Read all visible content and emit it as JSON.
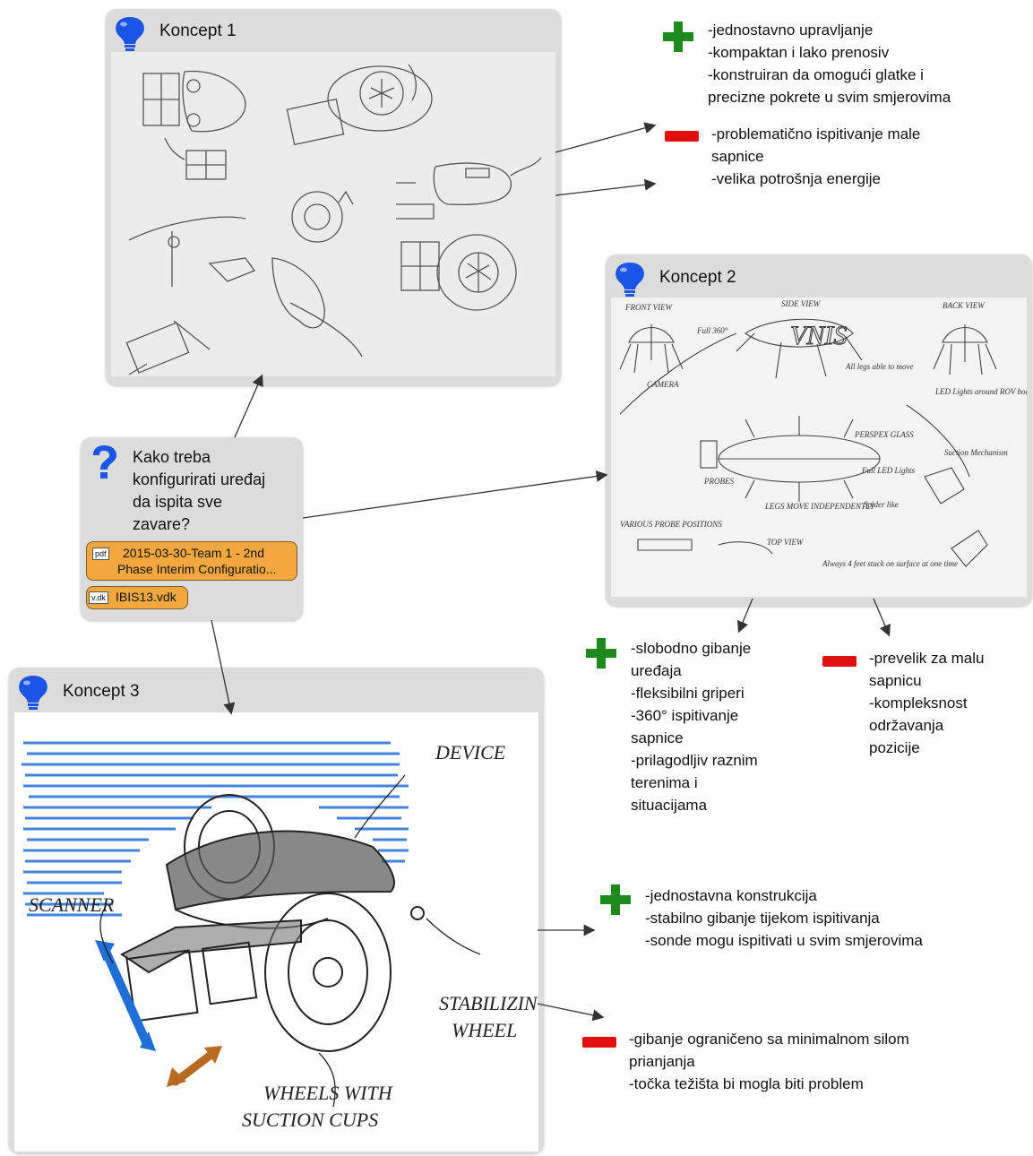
{
  "concept1": {
    "title": "Koncept 1",
    "pros": [
      "-jednostavno upravljanje",
      "-kompaktan i lako prenosiv",
      "-konstruiran da omogući glatke i",
      "precizne pokrete u svim smjerovima"
    ],
    "cons": [
      "-problematično ispitivanje male",
      "sapnice",
      "-velika potrošnja energije"
    ]
  },
  "concept2": {
    "title": "Koncept 2",
    "sketch_labels": {
      "front_view": "FRONT VIEW",
      "side_view": "SIDE VIEW",
      "back_view": "BACK VIEW",
      "top_view": "TOP VIEW",
      "camera": "CAMERA",
      "probes": "PROBES",
      "suction": "Suction Mechanism",
      "various": "VARIOUS PROBE POSITIONS",
      "spider": "Spider like",
      "legs": "LEGS MOVE INDEPENDENTLY",
      "perspex": "PERSPEX GLASS",
      "full_led": "Full LED Lights",
      "always": "Always 4 feet stuck on surface at one time",
      "led": "LED Lights around ROV body",
      "full360": "Full 360°",
      "all_legs": "All legs able to move"
    },
    "pros": [
      "-slobodno gibanje",
      "uređaja",
      "-fleksibilni griperi",
      "-360° ispitivanje",
      "sapnice",
      "-prilagodljiv raznim",
      "terenima i",
      "situacijama"
    ],
    "cons": [
      "-prevelik za malu",
      "sapnicu",
      "-kompleksnost",
      "održavanja",
      "pozicije"
    ]
  },
  "concept3": {
    "title": "Koncept 3",
    "sketch_labels": {
      "device": "DEVICE",
      "scanner": "SCANNER",
      "stabilizing1": "STABILIZING",
      "stabilizing2": "WHEEL",
      "wheels1": "WHEELS WITH",
      "wheels2": "SUCTION CUPS"
    },
    "pros": [
      "-jednostavna konstrukcija",
      "-stabilno gibanje tijekom ispitivanja",
      "-sonde mogu ispitivati u svim smjerovima"
    ],
    "cons": [
      "-gibanje ograničeno sa minimalnom silom",
      "prianjanja",
      "-točka težišta bi mogla biti problem"
    ]
  },
  "question": {
    "lines": [
      "Kako treba",
      "konfigurirati uređaj",
      "da ispita sve",
      "zavare?"
    ],
    "attachment1": {
      "tag": "pdf",
      "line1": "2015-03-30-Team 1 - 2nd",
      "line2": "Phase Interim Configuratio..."
    },
    "attachment2": {
      "tag": "v.dk",
      "label": "IBIS13.vdk"
    }
  },
  "colors": {
    "plus": "#1e8a1e",
    "minus": "#e01010",
    "bulb": "#1a55e8",
    "question": "#1a55e8",
    "attachment": "#f2a83e"
  }
}
